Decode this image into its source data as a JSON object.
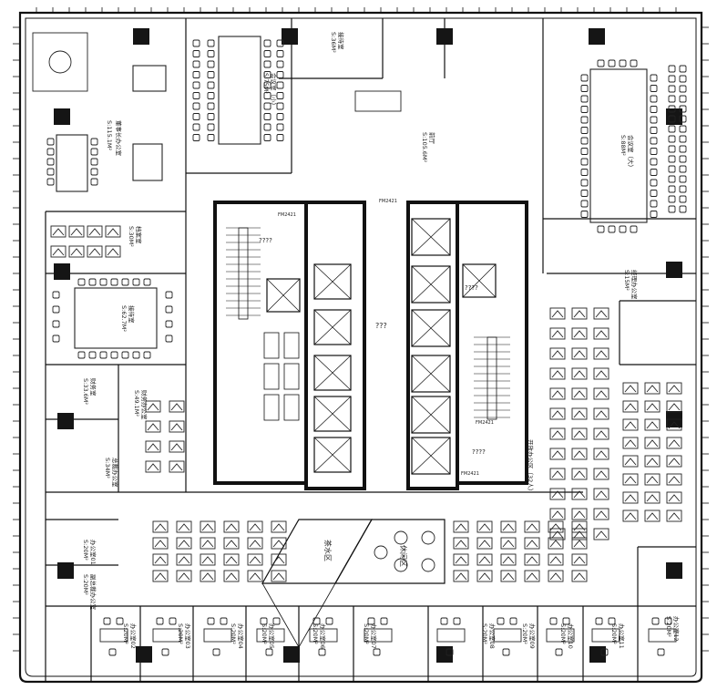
{
  "plan": {
    "colors": {
      "ink": "#111111",
      "wall": "#111111",
      "column": "#151515",
      "core": "#111111",
      "paper": "#ffffff"
    },
    "rooms": {
      "ceo_office": {
        "name": "董事长办公室",
        "area": "S:115.1M²"
      },
      "conference_small": {
        "name": "会议室（小）",
        "area": "S:75M²"
      },
      "reception_room": {
        "name": "接待室",
        "area": "S:36M²"
      },
      "lobby": {
        "name": "前厅",
        "area": "S:105.6M²"
      },
      "conference_large": {
        "name": "会议室（大）",
        "area": "S:88M²"
      },
      "archive": {
        "name": "档案室",
        "area": "S:30M²"
      },
      "vip_room": {
        "name": "接待室",
        "area": "S:62.7M²"
      },
      "finance": {
        "name": "财务室",
        "area": "S:33.6M²"
      },
      "finance_office": {
        "name": "财务办公室",
        "area": "S:49.1M²"
      },
      "gm_office": {
        "name": "总裁办公室",
        "area": "S:34M²"
      },
      "office_01": {
        "name": "办公室01",
        "area": "S:20M²"
      },
      "vp_office": {
        "name": "副总裁办公室",
        "area": "S:20M²"
      },
      "open_office": {
        "name": "开放办公区（32人）"
      },
      "tea_room": {
        "name": "茶水区"
      },
      "leisure": {
        "name": "休闲区"
      },
      "office_02": {
        "name": "办公室02",
        "area": "S:20M²"
      },
      "office_03": {
        "name": "办公室03",
        "area": "S:20M²"
      },
      "office_04": {
        "name": "办公室04",
        "area": "S:20M²"
      },
      "office_05": {
        "name": "办公室05",
        "area": "S:20M²"
      },
      "office_06": {
        "name": "办公室06",
        "area": "S:20M²"
      },
      "office_07": {
        "name": "办公室07",
        "area": "S:20M²"
      },
      "office_08": {
        "name": "办公室08",
        "area": "S:20M²"
      },
      "office_09": {
        "name": "办公室09",
        "area": "S:20M²"
      },
      "office_10": {
        "name": "办公室10",
        "area": "S:20M²"
      },
      "office_11": {
        "name": "办公室11",
        "area": "S:20M²"
      },
      "office_12": {
        "name": "办公室12",
        "area": "S:20M²"
      },
      "manager_office": {
        "name": "经理办公室",
        "area": "S:15M²"
      }
    },
    "core": {
      "corridor_mark": "???",
      "lift_mark": "????",
      "stair_mark": "????",
      "door_tags": [
        "FM2421",
        "FM2421",
        "FM2421",
        "FM2421"
      ]
    }
  }
}
